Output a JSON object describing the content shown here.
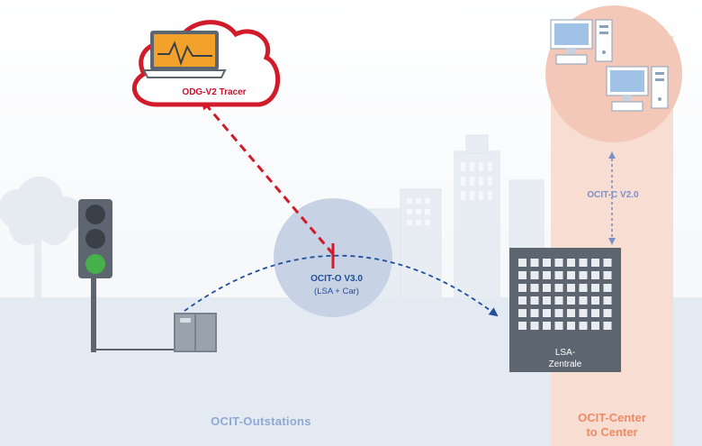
{
  "cloud": {
    "label": "ODG-V2 Tracer"
  },
  "ocit_o": {
    "line1": "OCIT-O V3.0",
    "line2": "(LSA + Car)"
  },
  "ocit_c": {
    "label": "OCIT-C V2.0"
  },
  "central": {
    "line1": "LSA-",
    "line2": "Zentrale"
  },
  "zones": {
    "outstations": "OCIT-Outstations",
    "center_line1": "OCIT-Center",
    "center_line2": "to Center"
  },
  "traffic_light": {
    "lamps": [
      "off",
      "off",
      "green"
    ]
  },
  "colors": {
    "cloud_red": "#d11a2a",
    "blue_dash": "#1f4e9a",
    "ground": "#e3eaf2",
    "center_zone": "#f7ddd2",
    "center_circle": "#f3c8b9",
    "green_lamp": "#46b04a"
  },
  "icons": [
    "cloud-icon",
    "laptop-icon",
    "traffic-light-icon",
    "controller-cabinet-icon",
    "building-icon",
    "desktop-computer-icon",
    "tree-icon",
    "city-skyline-icon"
  ]
}
